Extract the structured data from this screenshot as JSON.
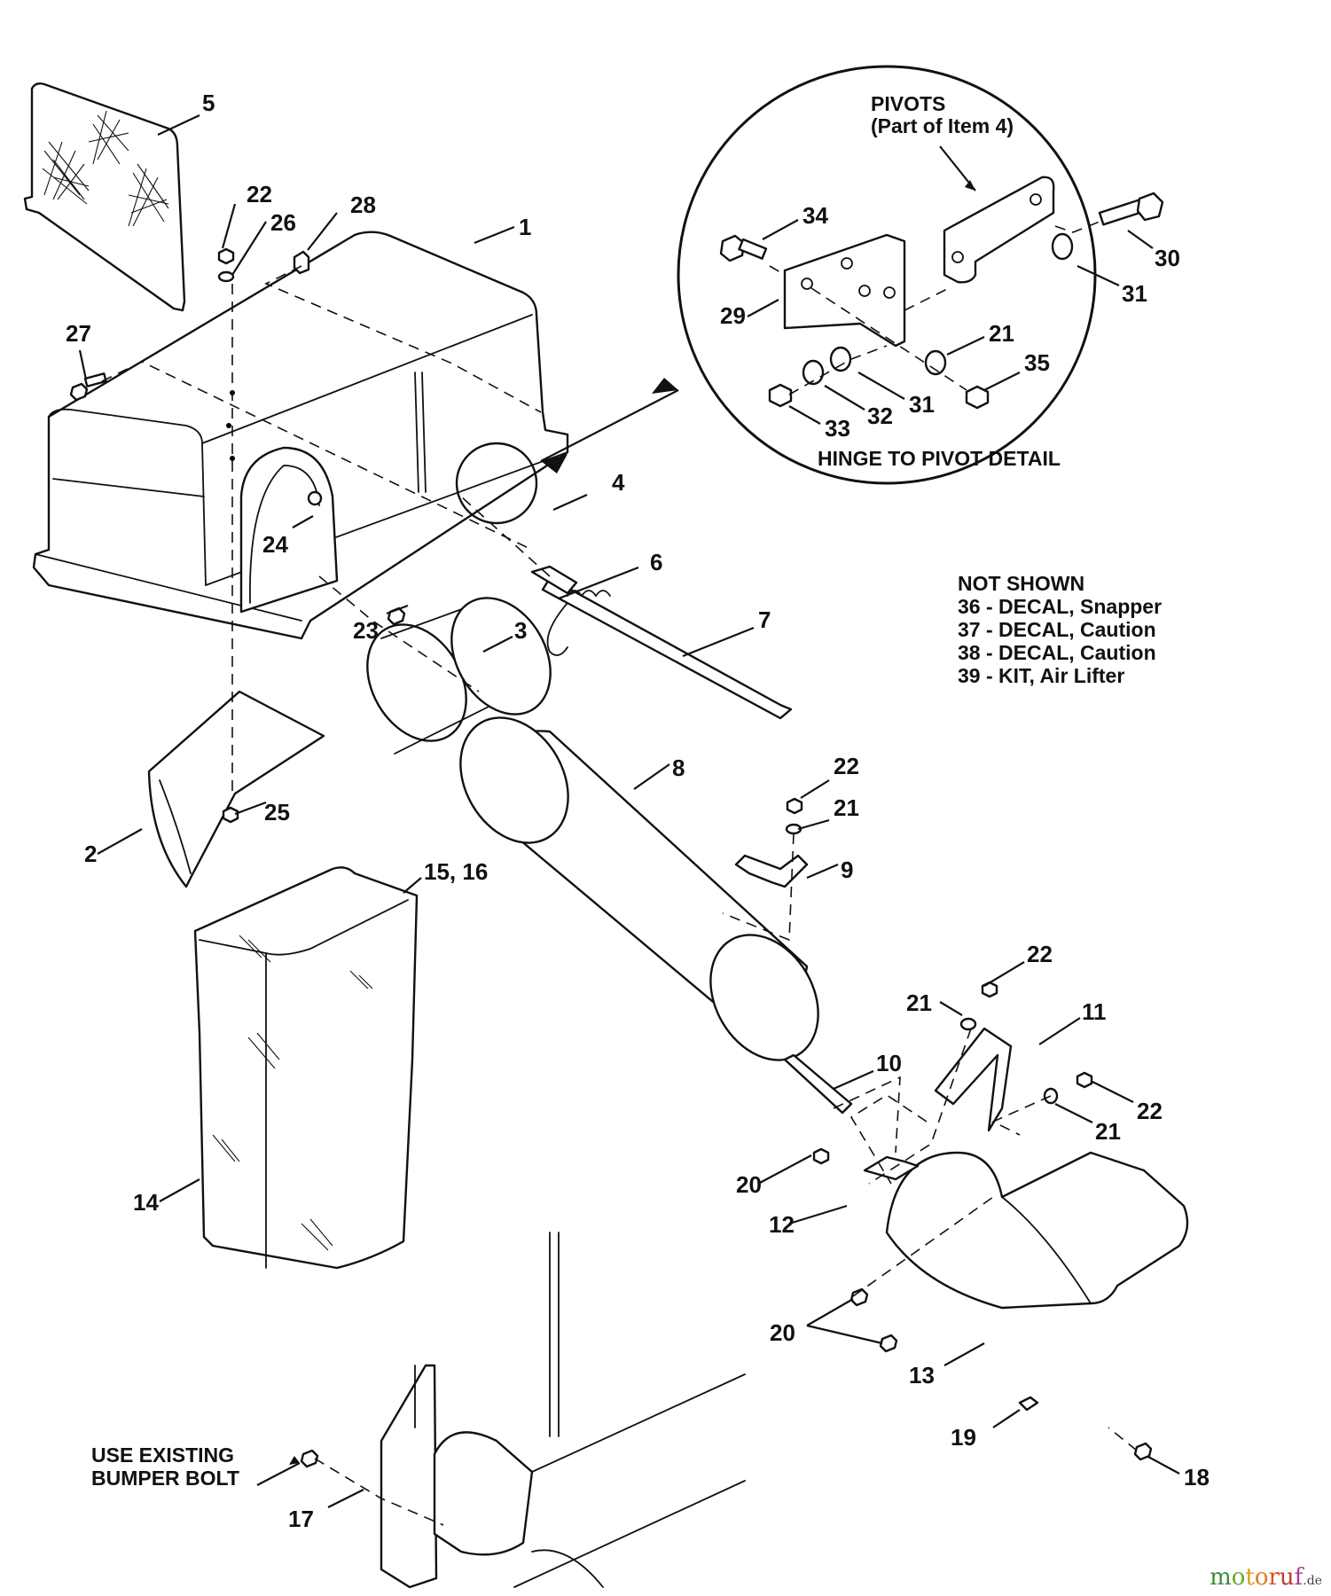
{
  "diagram": {
    "type": "exploded-parts-diagram",
    "subject": "Grass bagger / catcher assembly"
  },
  "callouts": {
    "c1": "1",
    "c2": "2",
    "c3": "3",
    "c4": "4",
    "c5": "5",
    "c6": "6",
    "c7": "7",
    "c8": "8",
    "c9": "9",
    "c10": "10",
    "c11": "11",
    "c12": "12",
    "c13": "13",
    "c14": "14",
    "c15_16": "15, 16",
    "c17": "17",
    "c18": "18",
    "c19": "19",
    "c20a": "20",
    "c20b": "20",
    "c21a": "21",
    "c21b": "21",
    "c21c": "21",
    "c21d": "21",
    "c22a": "22",
    "c22b": "22",
    "c22c": "22",
    "c22d": "22",
    "c23": "23",
    "c24": "24",
    "c25": "25",
    "c26": "26",
    "c27": "27",
    "c28": "28",
    "c29": "29",
    "c30": "30",
    "c31a": "31",
    "c31b": "31",
    "c32": "32",
    "c33": "33",
    "c34": "34",
    "c35": "35"
  },
  "detail": {
    "pivots_title": "PIVOTS",
    "pivots_subtitle": "(Part of Item 4)",
    "caption": "HINGE TO PIVOT DETAIL"
  },
  "not_shown": {
    "title": "NOT SHOWN",
    "items": [
      "36 - DECAL, Snapper",
      "37 - DECAL, Caution",
      "38 - DECAL, Caution",
      "39 - KIT, Air Lifter"
    ]
  },
  "bumper_note": {
    "line1": "USE EXISTING",
    "line2": "BUMPER BOLT"
  },
  "watermark": {
    "letters": [
      "m",
      "o",
      "t",
      "o",
      "r",
      "u",
      "f"
    ],
    "colors": [
      "#3a8f3a",
      "#6aa82a",
      "#d4a017",
      "#e07b1a",
      "#d9541e",
      "#c0392b",
      "#b03a8a"
    ],
    "tld": ".de"
  }
}
